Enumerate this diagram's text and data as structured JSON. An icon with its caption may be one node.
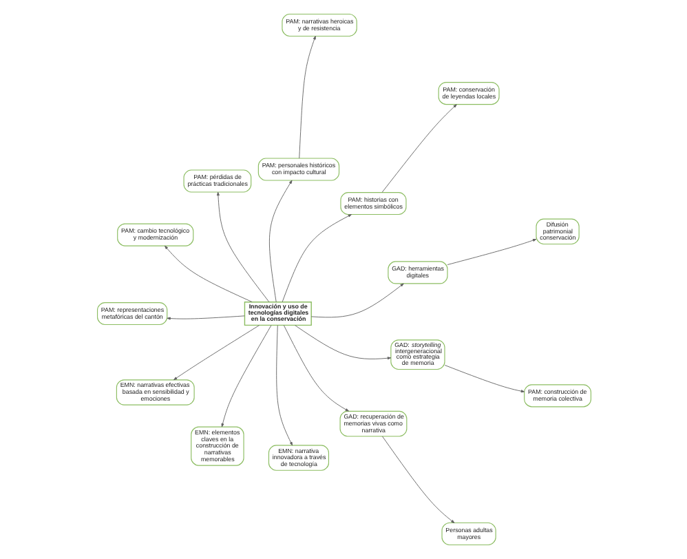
{
  "diagram": {
    "nodes": [
      {
        "text": [
          "PAM: narrativas heroicas y de resistencia"
        ]
      },
      {
        "text": [
          "PAM: conservación de leyendas locales"
        ]
      },
      {
        "text": [
          "PAM: personales históricos con impacto cultural"
        ]
      },
      {
        "text": [
          "PAM: historias con elementos simbólicos"
        ]
      },
      {
        "text": [
          "PAM: pérdidas de prácticas tradicionales"
        ]
      },
      {
        "text": [
          "PAM: cambio tecnológico y modernización"
        ]
      },
      {
        "text": [
          "Difusión patrimonial conservación"
        ]
      },
      {
        "text": [
          "PAM: representaciones metafóricas del cantón"
        ]
      },
      {
        "text": [
          "GAD: herramientas digitales"
        ]
      },
      {
        "text": [
          "Innovación y uso de tecnologías digitales en la conservación"
        ]
      },
      {
        "text": [
          "GAD: *storytelling* intergeneracional como estrategia de memoria"
        ]
      },
      {
        "text": [
          "PAM: construcción de memoria colectiva"
        ]
      },
      {
        "text": [
          "EMN: narrativas efectivas basada en sensibilidad y emociones"
        ]
      },
      {
        "text": [
          "EMN: elementos claves en la construcción de narrativas memorables"
        ]
      },
      {
        "text": [
          "GAD: recuperación de memorias vivas como narrativa"
        ]
      },
      {
        "text": [
          "EMN: narrativa innovadora a través de tecnología"
        ]
      },
      {
        "text": [
          "Personas adultas mayores"
        ]
      }
    ],
    "edges": [
      {
        "from": 9,
        "to": 10,
        "arrow": "to"
      },
      {
        "from": 9,
        "to": 8,
        "arrow": "to"
      },
      {
        "from": 9,
        "to": 3,
        "arrow": "to"
      },
      {
        "from": 9,
        "to": 2,
        "arrow": "to"
      },
      {
        "from": 9,
        "to": 4,
        "arrow": "to"
      },
      {
        "from": 9,
        "to": 5,
        "arrow": "to"
      },
      {
        "from": 9,
        "to": 7,
        "arrow": "to"
      },
      {
        "from": 9,
        "to": 12,
        "arrow": "to"
      },
      {
        "from": 9,
        "to": 13,
        "arrow": "to"
      },
      {
        "from": 9,
        "to": 15,
        "arrow": "to"
      },
      {
        "from": 9,
        "to": 14,
        "arrow": "to"
      },
      {
        "from": 2,
        "to": 0,
        "arrow": "to"
      },
      {
        "from": 3,
        "to": 1,
        "arrow": "to"
      },
      {
        "from": 8,
        "to": 6,
        "arrow": "to"
      },
      {
        "from": 10,
        "to": 11,
        "arrow": "to"
      },
      {
        "from": 14,
        "to": 16,
        "arrow": "to"
      }
    ]
  }
}
